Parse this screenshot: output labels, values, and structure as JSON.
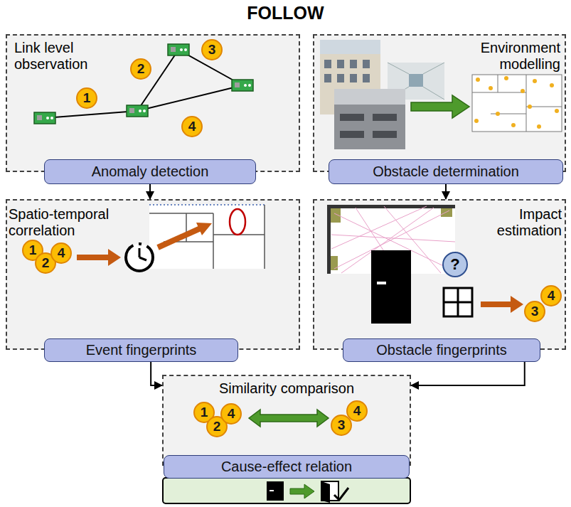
{
  "diagram": {
    "title": "FOLLOW",
    "nodes": [
      {
        "text": [
          "Link level observation"
        ]
      },
      {
        "text": [
          "Anomaly detection"
        ],
        "in": 0
      },
      {
        "text": [
          "Environment modelling"
        ]
      },
      {
        "text": [
          "Obstacle determination"
        ],
        "in": 2
      },
      {
        "text": [
          "Spatio-temporal correlation"
        ]
      },
      {
        "text": [
          "Event fingerprints"
        ],
        "in": 4
      },
      {
        "text": [
          "Impact estimation"
        ]
      },
      {
        "text": [
          "Obstacle fingerprints"
        ],
        "in": 6
      },
      {
        "text": [
          "Similarity comparison"
        ]
      },
      {
        "text": [
          "Cause-effect relation"
        ],
        "in": 8
      }
    ],
    "edges": [
      {
        "from": 1,
        "to": 4,
        "arrow": "to"
      },
      {
        "from": 3,
        "to": 6,
        "arrow": "to"
      },
      {
        "from": 5,
        "to": 8,
        "arrow": "to"
      },
      {
        "from": 7,
        "to": 8,
        "arrow": "to"
      }
    ],
    "labels": [
      "1",
      "2",
      "3",
      "4",
      "1",
      "2",
      "4",
      "?",
      "3",
      "4",
      "1",
      "2",
      "4",
      "3",
      "4"
    ]
  }
}
